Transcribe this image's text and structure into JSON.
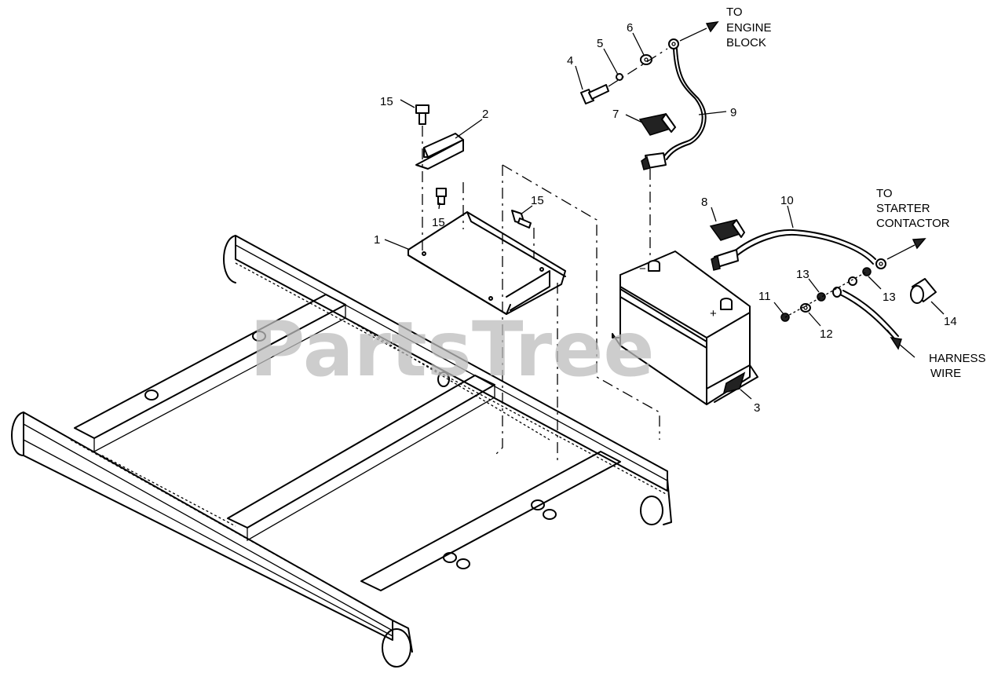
{
  "watermark": "PartsTree",
  "callouts": {
    "c1": "1",
    "c2": "2",
    "c3": "3",
    "c4": "4",
    "c5": "5",
    "c6": "6",
    "c7": "7",
    "c8": "8",
    "c9": "9",
    "c10": "10",
    "c11": "11",
    "c12": "12",
    "c13a": "13",
    "c13b": "13",
    "c14": "14",
    "c15a": "15",
    "c15b": "15",
    "c15c": "15"
  },
  "notes": {
    "engine_block": [
      "TO",
      "ENGINE",
      "BLOCK"
    ],
    "starter_contactor": [
      "TO",
      "STARTER",
      "CONTACTOR"
    ],
    "harness_wire": [
      "HARNESS",
      "WIRE"
    ]
  },
  "battery_terminals": {
    "negative": "−",
    "positive": "+"
  }
}
